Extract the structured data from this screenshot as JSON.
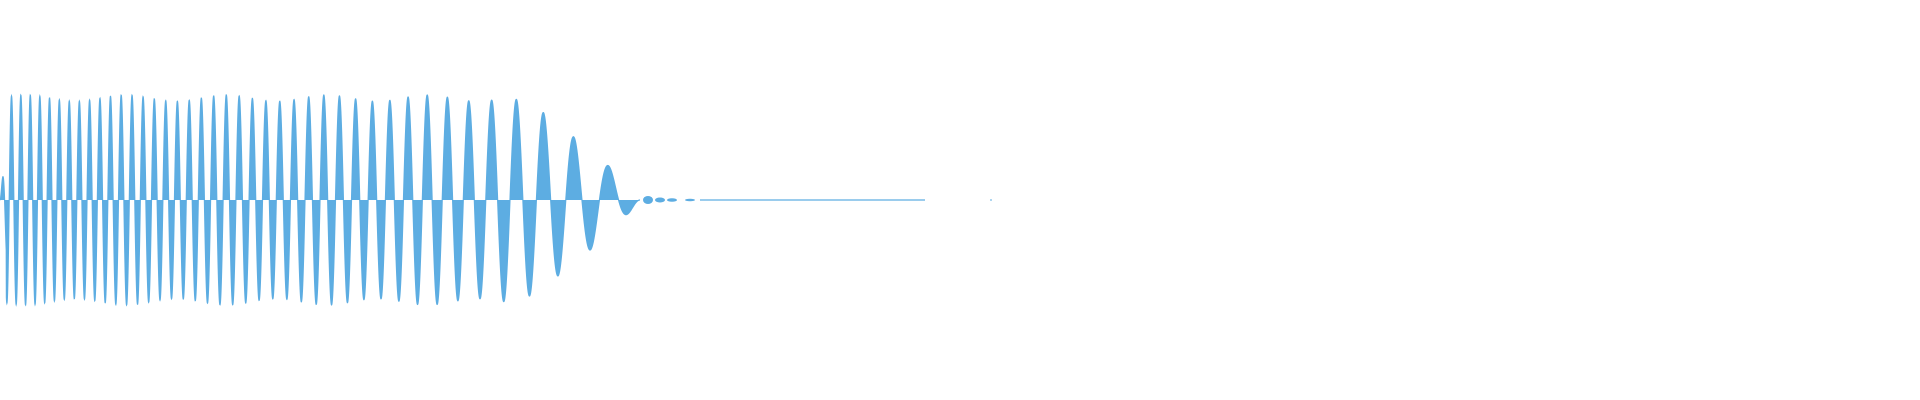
{
  "waveform": {
    "color": "#5dade2",
    "background": "#ffffff",
    "sample_rate_hint": "audio",
    "envelope_description_values": {
      "peak_amplitude_normalized": 0.5,
      "end_of_signal_fraction": 0.52
    }
  }
}
